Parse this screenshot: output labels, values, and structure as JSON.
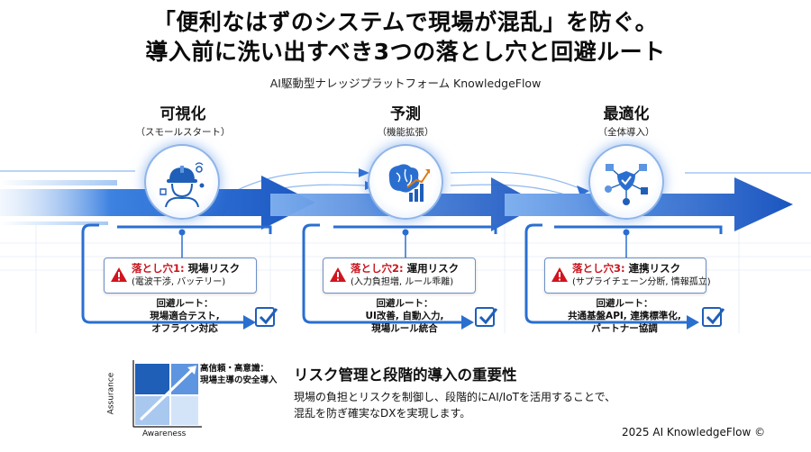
{
  "header": {
    "title_line1": "「便利なはずのシステムで現場が混乱」を防ぐ。",
    "title_line2": "導入前に洗い出すべき3つの落とし穴と回避ルート",
    "subtitle": "AI駆動型ナレッジプラットフォーム KnowledgeFlow"
  },
  "stages": [
    {
      "name": "可視化",
      "sub": "（スモールスタート）",
      "icon": "worker-sensor-icon",
      "risk_label": "落とし穴1:",
      "risk_title": "現場リスク",
      "risk_detail": "(電波干渉, バッテリー)",
      "avoid_label": "回避ルート：",
      "avoid_lines": [
        "現場適合テスト,",
        "オフライン対応"
      ]
    },
    {
      "name": "予測",
      "sub": "（機能拡張）",
      "icon": "brain-chart-icon",
      "risk_label": "落とし穴2:",
      "risk_title": "運用リスク",
      "risk_detail": "(入力負担増, ルール乖離)",
      "avoid_label": "回避ルート：",
      "avoid_lines": [
        "UI改善, 自動入力,",
        "現場ルール統合"
      ]
    },
    {
      "name": "最適化",
      "sub": "（全体導入）",
      "icon": "network-shield-icon",
      "risk_label": "落とし穴3:",
      "risk_title": "連携リスク",
      "risk_detail": "(サプライチェーン分断, 情報孤立)",
      "avoid_label": "回避ルート：",
      "avoid_lines": [
        "共通基盤API, 連携標準化,",
        "パートナー協調"
      ]
    }
  ],
  "mini_chart": {
    "ylabel": "Assurance",
    "xlabel": "Awareness",
    "note_line1": "高信頼・高意識：",
    "note_line2": "現場主導の安全導入"
  },
  "importance": {
    "title": "リスク管理と段階的導入の重要性",
    "line1": "現場の負担とリスクを制御し、段階的にAI/IoTを活用することで、",
    "line2": "混乱を防ぎ確実なDXを実現します。"
  },
  "footer": {
    "copyright": "2025 AI KnowledgeFlow ©"
  },
  "colors": {
    "arrow_blue": "#1e5fc8",
    "risk_red": "#c8141e",
    "frame_blue": "#2a6fd0"
  }
}
